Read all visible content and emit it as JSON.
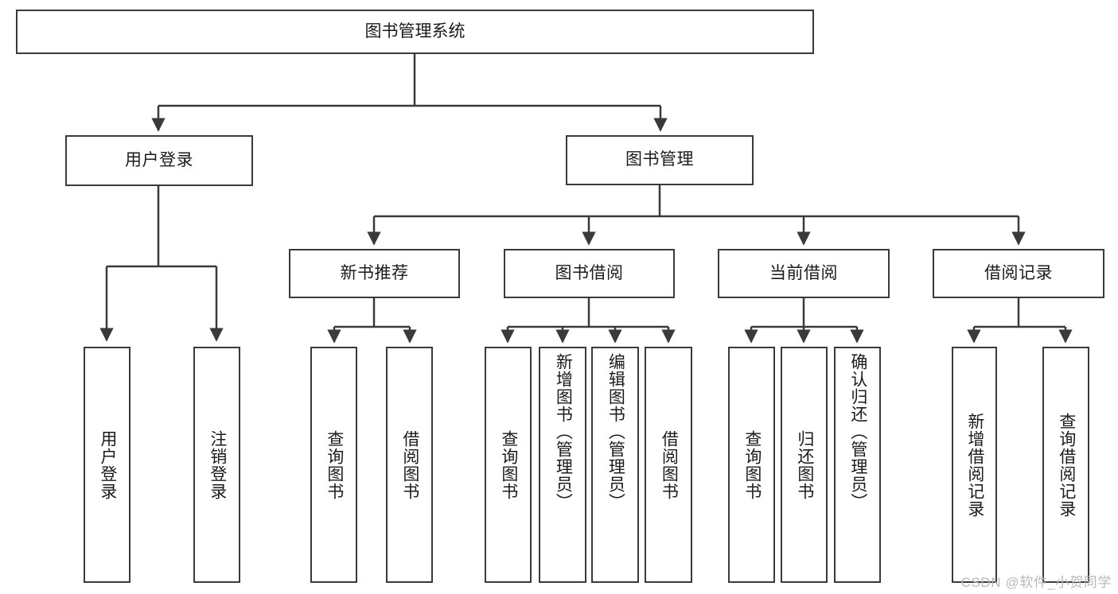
{
  "diagram": {
    "title": "图书管理系统",
    "watermark": "CSDN @软件_小贺同学",
    "stroke_color": "#3a3a3a",
    "text_color": "#1b1b1b",
    "background": "#ffffff",
    "root": {
      "label": "图书管理系统"
    },
    "level2": [
      {
        "id": "user-login",
        "label": "用户登录"
      },
      {
        "id": "book-manage",
        "label": "图书管理"
      }
    ],
    "level3": [
      {
        "id": "new-book-recommend",
        "label": "新书推荐"
      },
      {
        "id": "book-borrow",
        "label": "图书借阅"
      },
      {
        "id": "current-borrow",
        "label": "当前借阅"
      },
      {
        "id": "borrow-record",
        "label": "借阅记录"
      }
    ],
    "leaves": {
      "user_login": [
        {
          "id": "leaf-user-login",
          "label": "用户登录"
        },
        {
          "id": "leaf-logout-login",
          "label": "注销登录"
        }
      ],
      "new_book_recommend": [
        {
          "id": "leaf-query-book-1",
          "label": "查询图书"
        },
        {
          "id": "leaf-borrow-book-1",
          "label": "借阅图书"
        }
      ],
      "book_borrow": [
        {
          "id": "leaf-query-book-2",
          "label": "查询图书"
        },
        {
          "id": "leaf-add-book",
          "label": "新增图书（管理员）"
        },
        {
          "id": "leaf-edit-book",
          "label": "编辑图书（管理员）"
        },
        {
          "id": "leaf-borrow-book-2",
          "label": "借阅图书"
        }
      ],
      "current_borrow": [
        {
          "id": "leaf-query-book-3",
          "label": "查询图书"
        },
        {
          "id": "leaf-return-book",
          "label": "归还图书"
        },
        {
          "id": "leaf-confirm-return",
          "label": "确认归还（管理员）"
        }
      ],
      "borrow_record": [
        {
          "id": "leaf-add-record",
          "label": "新增借阅记录"
        },
        {
          "id": "leaf-query-record",
          "label": "查询借阅记录"
        }
      ]
    }
  }
}
